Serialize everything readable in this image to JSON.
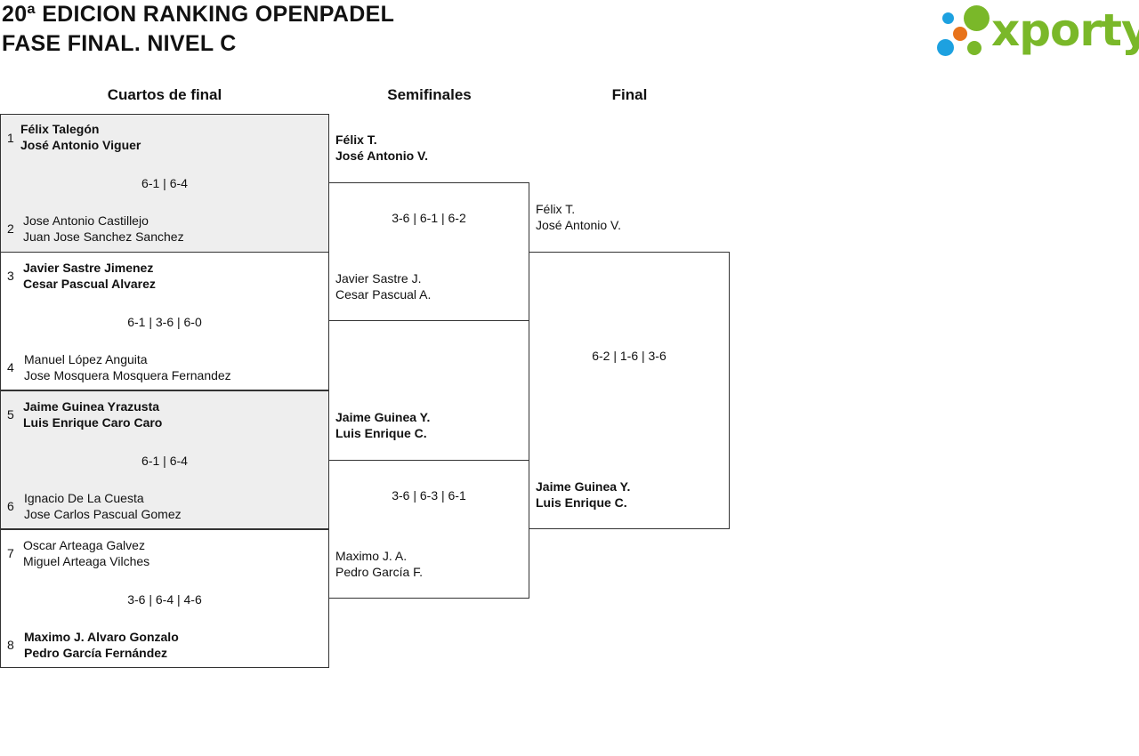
{
  "header": {
    "line1": "20ª EDICION RANKING OPENPADEL",
    "line2": "FASE FINAL. NIVEL C"
  },
  "logo": {
    "word": "xporty",
    "colors": {
      "green": "#7ab829",
      "blue": "#1da1e0",
      "orange": "#e8731a"
    }
  },
  "rounds": {
    "quarterfinals": "Cuartos de final",
    "semifinals": "Semifinales",
    "final": "Final"
  },
  "quarterfinals": [
    {
      "score": "6-1 | 6-4",
      "top": {
        "seed": "1",
        "p1": "Félix Talegón",
        "p2": "José Antonio Viguer",
        "winner": true
      },
      "bottom": {
        "seed": "2",
        "p1": "Jose Antonio Castillejo",
        "p2": "Juan Jose Sanchez Sanchez",
        "winner": false
      }
    },
    {
      "score": "6-1 | 3-6 | 6-0",
      "top": {
        "seed": "3",
        "p1": "Javier Sastre Jimenez",
        "p2": "Cesar Pascual Alvarez",
        "winner": true
      },
      "bottom": {
        "seed": "4",
        "p1": "Manuel López Anguita",
        "p2": "Jose Mosquera Mosquera Fernandez",
        "winner": false
      }
    },
    {
      "score": "6-1 | 6-4",
      "top": {
        "seed": "5",
        "p1": "Jaime Guinea Yrazusta",
        "p2": "Luis Enrique Caro Caro",
        "winner": true
      },
      "bottom": {
        "seed": "6",
        "p1": "Ignacio De La Cuesta",
        "p2": "Jose Carlos Pascual Gomez",
        "winner": false
      }
    },
    {
      "score": "3-6 | 6-4 | 4-6",
      "top": {
        "seed": "7",
        "p1": "Oscar Arteaga Galvez",
        "p2": "Miguel Arteaga Vilches",
        "winner": false
      },
      "bottom": {
        "seed": "8",
        "p1": "Maximo J. Alvaro Gonzalo",
        "p2": "Pedro García Fernández",
        "winner": true
      }
    }
  ],
  "semifinals": [
    {
      "score": "3-6 | 6-1 | 6-2",
      "top": {
        "p1": "Félix T.",
        "p2": "José Antonio V.",
        "winner": true
      },
      "bottom": {
        "p1": "Javier Sastre J.",
        "p2": "Cesar Pascual A.",
        "winner": false
      }
    },
    {
      "score": "3-6 | 6-3 | 6-1",
      "top": {
        "p1": "Jaime Guinea Y.",
        "p2": "Luis Enrique C.",
        "winner": true
      },
      "bottom": {
        "p1": "Maximo J. A.",
        "p2": "Pedro García F.",
        "winner": false
      }
    }
  ],
  "final": {
    "score": "6-2 | 1-6 | 3-6",
    "top": {
      "p1": "Félix T.",
      "p2": "José Antonio V.",
      "winner": false
    },
    "bottom": {
      "p1": "Jaime Guinea Y.",
      "p2": "Luis Enrique C.",
      "winner": true
    }
  }
}
